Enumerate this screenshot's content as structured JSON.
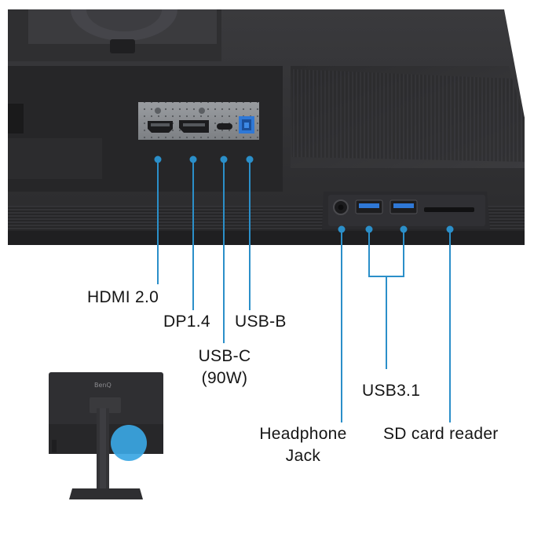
{
  "colors": {
    "monitor_body": "#2d2d2f",
    "monitor_dark": "#1e1e20",
    "port_panel": "#8c8f93",
    "leader_line": "#2b8fc9",
    "usb_blue": "#2f78d6",
    "highlight": "#3aa6e3",
    "label_text": "#151515"
  },
  "brand": "BenQ",
  "ports": {
    "hdmi": {
      "label": "HDMI 2.0",
      "icon": "hdmi-port-icon"
    },
    "dp": {
      "label": "DP1.4",
      "icon": "displayport-icon"
    },
    "usbb": {
      "label": "USB-B",
      "icon": "usb-b-port-icon"
    },
    "usbc": {
      "label_line1": "USB-C",
      "label_line2": "(90W)",
      "icon": "usb-c-port-icon"
    },
    "usb31": {
      "label": "USB3.1",
      "icon": "usb-a-port-icon"
    },
    "headphone": {
      "label_line1": "Headphone",
      "label_line2": "Jack",
      "icon": "headphone-jack-icon"
    },
    "sd": {
      "label": "SD card reader",
      "icon": "sd-card-slot-icon"
    }
  }
}
